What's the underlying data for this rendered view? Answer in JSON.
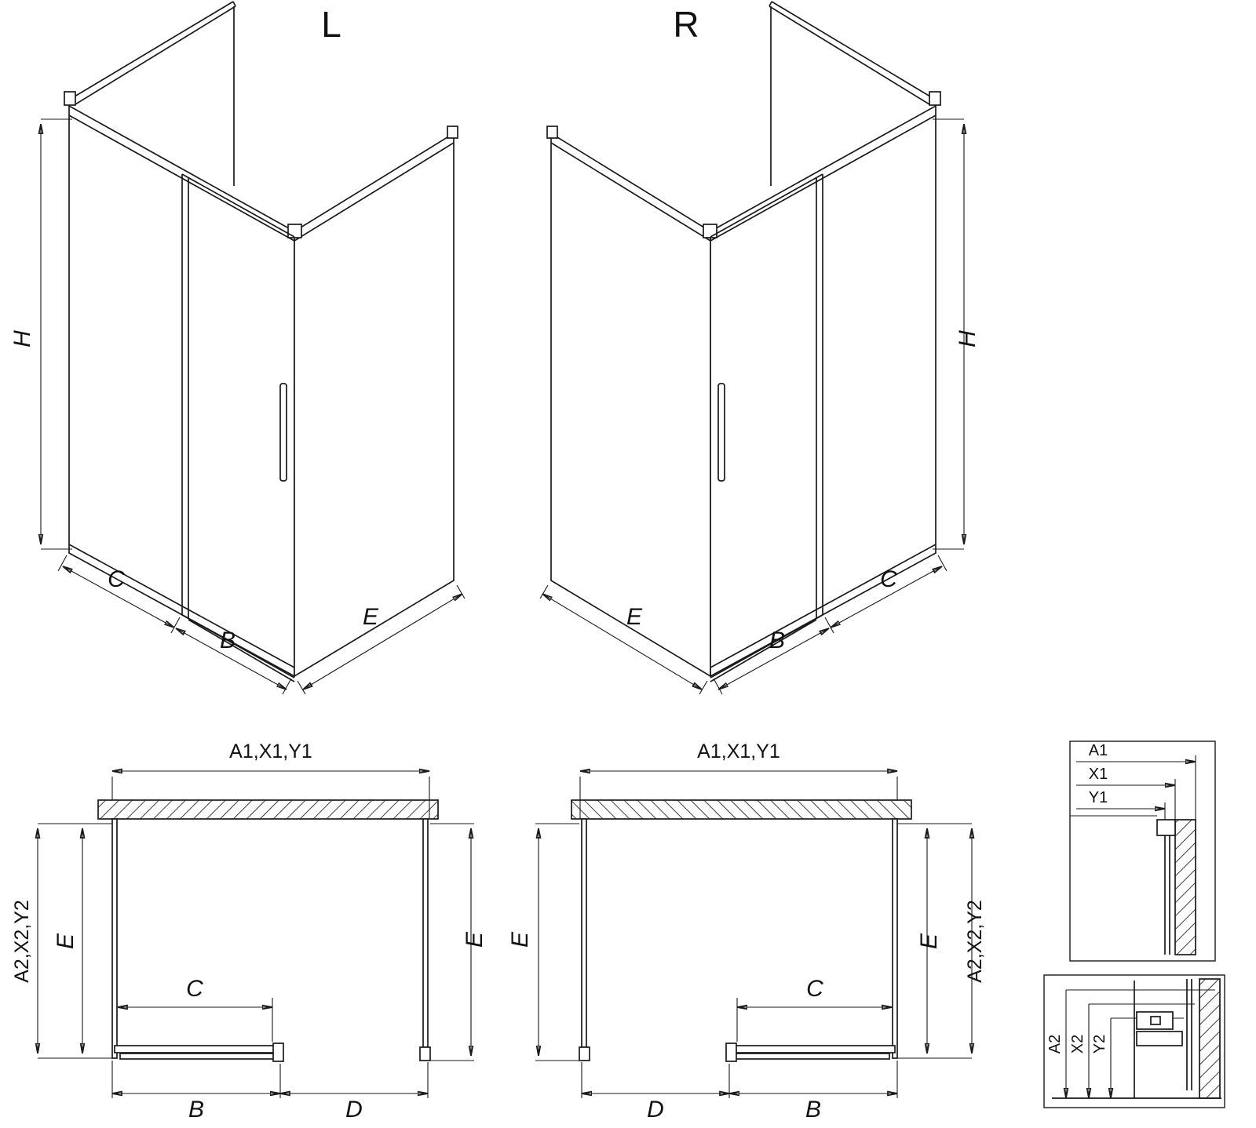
{
  "titles": {
    "left": "L",
    "right": "R"
  },
  "iso_left": {
    "h": "H",
    "c": "C",
    "b": "B",
    "e": "E"
  },
  "iso_right": {
    "h": "H",
    "e": "E",
    "b": "B",
    "c": "C"
  },
  "plan_left": {
    "top": "A1,X1,Y1",
    "side_outer": "A2,X2,Y2",
    "side_inner": "E",
    "opposite": "E",
    "c": "C",
    "b": "B",
    "d": "D"
  },
  "plan_right": {
    "top": "A1,X1,Y1",
    "side_outer": "A2,X2,Y2",
    "side_inner": "E",
    "opposite": "E",
    "c": "C",
    "b": "B",
    "d": "D"
  },
  "detail_top": {
    "a1": "A1",
    "x1": "X1",
    "y1": "Y1"
  },
  "detail_bottom": {
    "a2": "A2",
    "x2": "X2",
    "y2": "Y2"
  },
  "colors": {
    "line": "#1a1a1a",
    "background": "#ffffff"
  }
}
